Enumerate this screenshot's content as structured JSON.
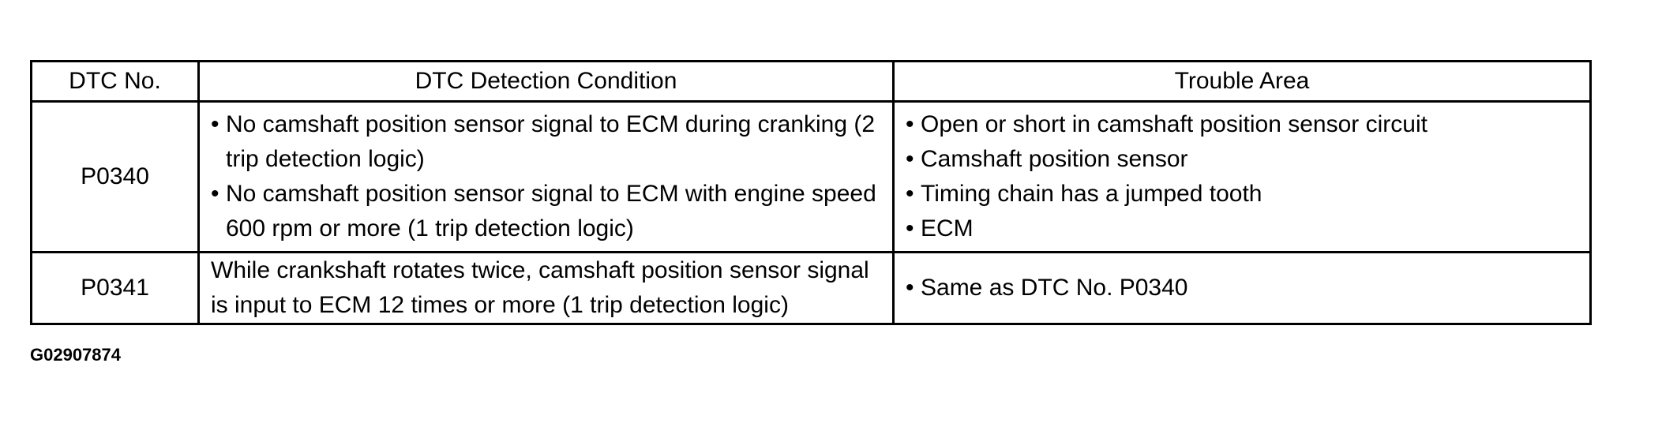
{
  "table": {
    "headers": {
      "dtc_no": "DTC No.",
      "condition": "DTC Detection Condition",
      "trouble_area": "Trouble Area"
    },
    "rows": [
      {
        "dtc_no": "P0340",
        "conditions": [
          "No camshaft position sensor signal to ECM during cranking (2 trip detection logic)",
          "No camshaft position sensor signal to ECM with engine speed 600 rpm or more (1 trip detection logic)"
        ],
        "trouble_areas": [
          "Open or short in camshaft position sensor circuit",
          "Camshaft position sensor",
          "Timing chain has a jumped tooth",
          "ECM"
        ]
      },
      {
        "dtc_no": "P0341",
        "condition_text": "While crankshaft rotates twice, camshaft position sensor signal is input to ECM 12 times or more (1 trip detection logic)",
        "trouble_areas": [
          "Same as DTC No. P0340"
        ]
      }
    ]
  },
  "figure_code": "G02907874"
}
